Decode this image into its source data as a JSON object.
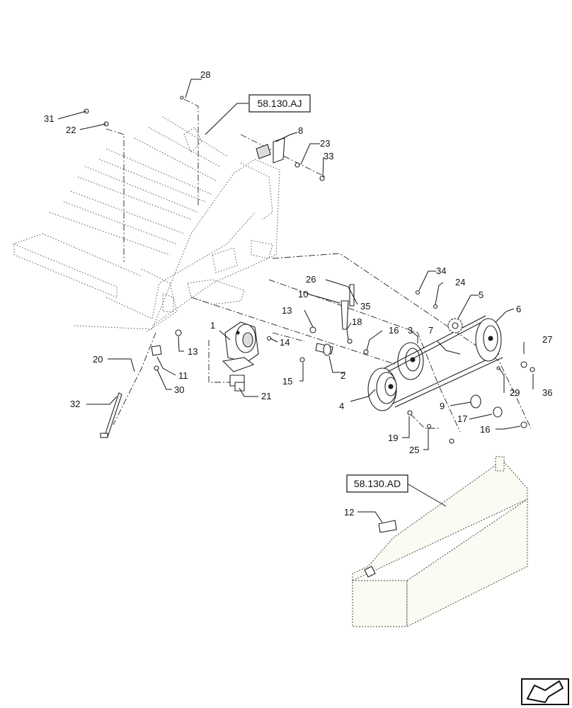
{
  "reference_boxes": [
    {
      "id": "ref-aj",
      "label": "58.130.AJ"
    },
    {
      "id": "ref-ad",
      "label": "58.130.AD"
    }
  ],
  "callouts": {
    "c1": "1",
    "c2": "2",
    "c3": "3",
    "c4": "4",
    "c5": "5",
    "c6": "6",
    "c7": "7",
    "c8": "8",
    "c9": "9",
    "c10": "10",
    "c11": "11",
    "c12": "12",
    "c13a": "13",
    "c13b": "13",
    "c14": "14",
    "c15": "15",
    "c16a": "16",
    "c16b": "16",
    "c17": "17",
    "c18": "18",
    "c19": "19",
    "c20": "20",
    "c21": "21",
    "c22": "22",
    "c23": "23",
    "c24": "24",
    "c25": "25",
    "c26": "26",
    "c27": "27",
    "c28": "28",
    "c29": "29",
    "c30": "30",
    "c31": "31",
    "c32": "32",
    "c33": "33",
    "c34": "34",
    "c35": "35",
    "c36": "36"
  },
  "nav_icon": "next-page-arrow-icon"
}
